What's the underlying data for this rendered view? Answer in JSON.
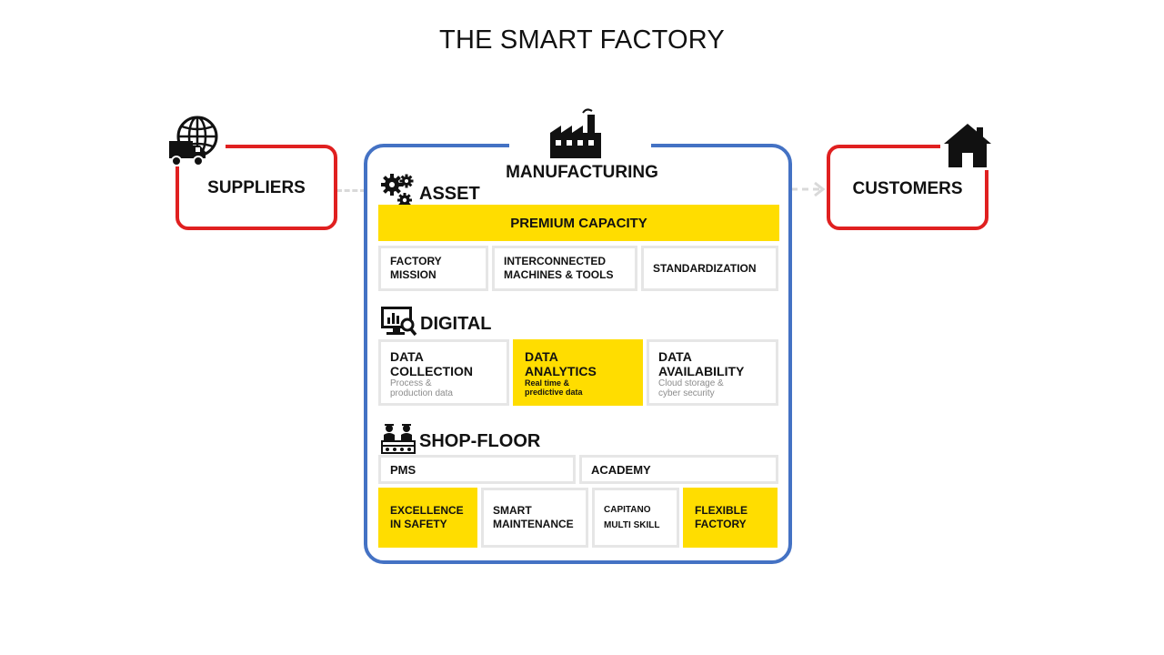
{
  "title": "THE SMART FACTORY",
  "suppliers": {
    "label": "SUPPLIERS",
    "icons": [
      "globe-icon",
      "truck-icon"
    ]
  },
  "customers": {
    "label": "CUSTOMERS",
    "icons": [
      "house-icon"
    ]
  },
  "manufacturing": {
    "label": "MANUFACTURING",
    "icon": "factory-icon",
    "asset": {
      "title": "ASSET",
      "icon": "gears-icon",
      "banner": "PREMIUM CAPACITY",
      "cells": [
        "FACTORY\nMISSION",
        "INTERCONNECTED\nMACHINES & TOOLS",
        "STANDARDIZATION"
      ]
    },
    "digital": {
      "title": "DIGITAL",
      "icon": "monitor-analytics-icon",
      "cells": [
        {
          "title": "DATA\nCOLLECTION",
          "sub": "Process &\nproduction data"
        },
        {
          "title": "DATA\nANALYTICS",
          "sub": "Real time  &\npredictive data"
        },
        {
          "title": "DATA\nAVAILABILITY",
          "sub": "Cloud storage &\ncyber security"
        }
      ]
    },
    "shopfloor": {
      "title": "SHOP-FLOOR",
      "icon": "workers-conveyor-icon",
      "row1": [
        "PMS",
        "ACADEMY"
      ],
      "row2": [
        "EXCELLENCE\nIN SAFETY",
        "SMART\nMAINTENANCE",
        "CAPITANO\nMULTI SKILL",
        "FLEXIBLE\nFACTORY"
      ]
    }
  },
  "colors": {
    "accent_yellow": "#ffdd00",
    "frame_blue": "#4472c4",
    "side_red": "#e02020",
    "cell_border": "#e6e6e6"
  }
}
